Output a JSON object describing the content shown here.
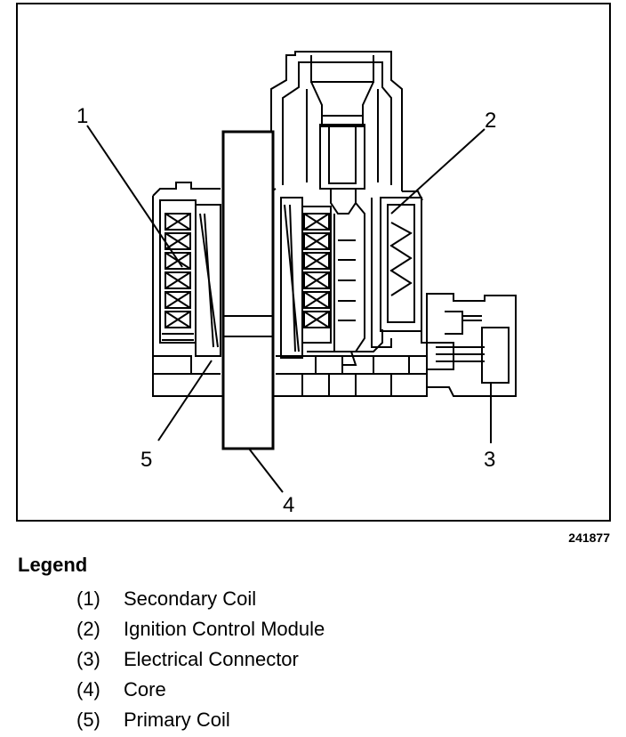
{
  "diagram": {
    "callouts": [
      {
        "id": "1",
        "text": "1"
      },
      {
        "id": "2",
        "text": "2"
      },
      {
        "id": "3",
        "text": "3"
      },
      {
        "id": "4",
        "text": "4"
      },
      {
        "id": "5",
        "text": "5"
      }
    ],
    "figure_id": "241877",
    "line_color": "#000000",
    "background": "#ffffff"
  },
  "legend": {
    "title": "Legend",
    "items": [
      {
        "number": "(1)",
        "label": "Secondary Coil"
      },
      {
        "number": "(2)",
        "label": "Ignition Control Module"
      },
      {
        "number": "(3)",
        "label": "Electrical Connector"
      },
      {
        "number": "(4)",
        "label": "Core"
      },
      {
        "number": "(5)",
        "label": "Primary Coil"
      }
    ]
  }
}
